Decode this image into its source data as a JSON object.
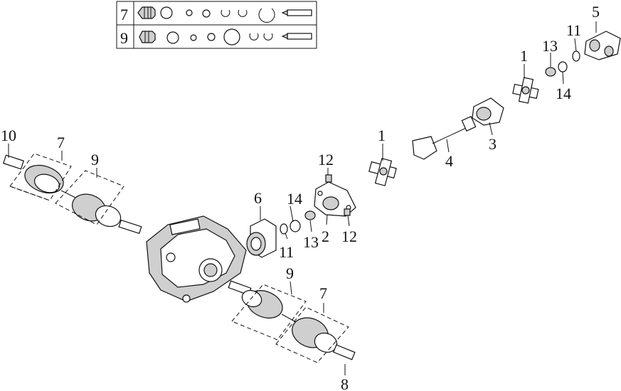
{
  "kit_table": {
    "rows": [
      {
        "part": "7"
      },
      {
        "part": "9"
      }
    ]
  },
  "callouts": {
    "universal_joint_rear": "1",
    "universal_joint_front": "1",
    "flange_yoke": "2",
    "slip_yoke": "3",
    "propeller_shaft": "4",
    "rear_yoke": "5",
    "output_flange": "6",
    "outer_boot_kit_left": "7",
    "outer_boot_kit_right": "7",
    "shaft_end_right": "8",
    "inner_boot_kit_left": "9",
    "inner_boot_kit_right": "9",
    "shaft_end_left": "10",
    "oil_seal_front": "11",
    "oil_seal_rear": "11",
    "bolt_upper": "12",
    "bolt_lower": "12",
    "nut_front": "13",
    "nut_rear": "13",
    "washer_front": "14",
    "washer_rear": "14"
  }
}
